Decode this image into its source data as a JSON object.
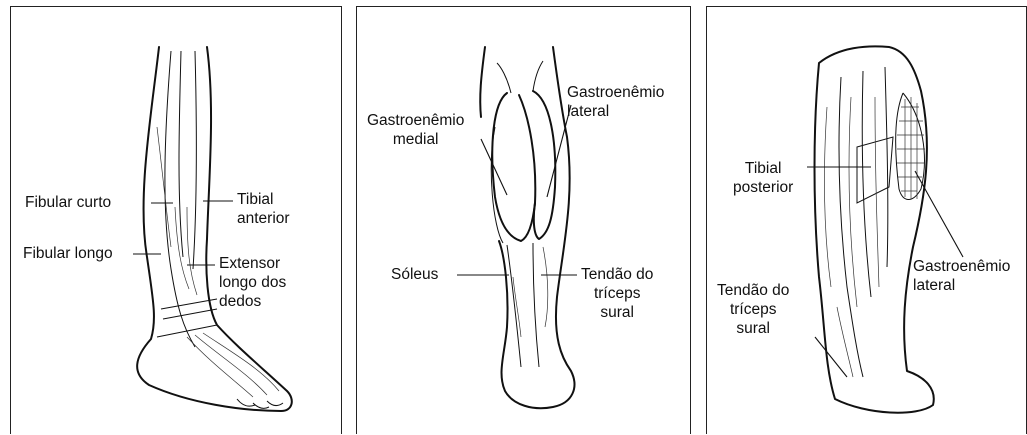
{
  "panels": [
    {
      "id": "anterior-lateral-leg",
      "labels": {
        "fibular_curto": "Fibular curto",
        "fibular_longo": "Fibular longo",
        "tibial_anterior": [
          "Tibial",
          "anterior"
        ],
        "extensor": [
          "Extensor",
          "longo dos",
          "dedos"
        ]
      }
    },
    {
      "id": "posterior-leg-superficial",
      "labels": {
        "gastro_medial": [
          "Gastroenêmio",
          "medial"
        ],
        "gastro_lateral": [
          "Gastroenêmio",
          "lateral"
        ],
        "soleus": "Sóleus",
        "tendao": [
          "Tendão do",
          "tríceps",
          "sural"
        ]
      }
    },
    {
      "id": "lateral-leg-deep",
      "labels": {
        "tibial_posterior": [
          "Tibial",
          "posterior"
        ],
        "gastro_lateral": [
          "Gastroenêmio",
          "lateral"
        ],
        "tendao": [
          "Tendão do",
          "tríceps",
          "sural"
        ]
      }
    }
  ]
}
